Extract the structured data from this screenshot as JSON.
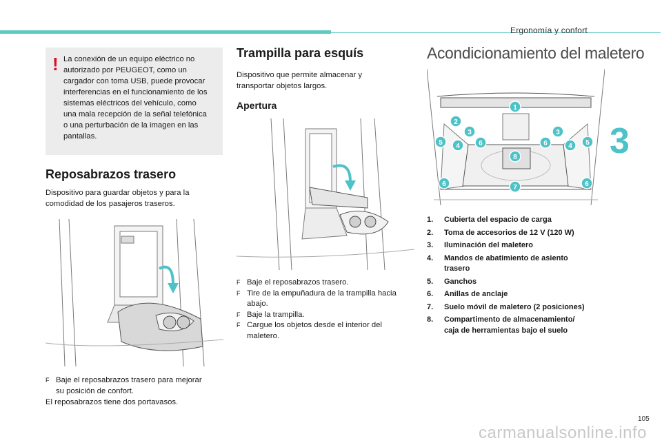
{
  "header": {
    "title": "Ergonomía y confort",
    "chapter": "3"
  },
  "warning": {
    "mark": "!",
    "lines": [
      "La conexión de un equipo eléctrico no",
      "autorizado por PEUGEOT, como un",
      "cargador con toma USB, puede provocar",
      "interferencias en el funcionamiento de los",
      "sistemas eléctricos del vehículo, como",
      "una mala recepción de la señal telefónica",
      "o una perturbación de la imagen en las",
      "pantallas."
    ]
  },
  "armrest": {
    "title": "Reposabrazos trasero",
    "intro": [
      "Dispositivo para guardar objetos y para la",
      "comodidad de los pasajeros traseros."
    ],
    "step_line1": "Baje el reposabrazos trasero para mejorar",
    "step_line2": "su posición de confort.",
    "note": "El reposabrazos tiene dos portavasos."
  },
  "ski_hatch": {
    "title": "Trampilla para esquís",
    "intro": [
      "Dispositivo que permite almacenar y",
      "transportar objetos largos."
    ],
    "subtitle": "Apertura",
    "steps": [
      {
        "arrow": "F",
        "lines": [
          "Baje el reposabrazos trasero."
        ]
      },
      {
        "arrow": "F",
        "lines": [
          "Tire de la empuñadura de la trampilla hacia",
          "abajo."
        ]
      },
      {
        "arrow": "F",
        "lines": [
          "Baje la trampilla."
        ]
      },
      {
        "arrow": "F",
        "lines": [
          "Cargue los objetos desde el interior del",
          "maletero."
        ]
      }
    ]
  },
  "trunk": {
    "title": "Acondicionamiento del maletero",
    "callouts": [
      "1",
      "2",
      "3",
      "3",
      "4",
      "4",
      "5",
      "5",
      "6",
      "6",
      "6",
      "6",
      "7",
      "8"
    ],
    "items": [
      {
        "n": "1.",
        "lines": [
          "Cubierta del espacio de carga"
        ]
      },
      {
        "n": "2.",
        "lines": [
          "Toma de accesorios de 12 V (120 W)"
        ]
      },
      {
        "n": "3.",
        "lines": [
          "Iluminación del maletero"
        ]
      },
      {
        "n": "4.",
        "lines": [
          "Mandos de abatimiento de asiento",
          "trasero"
        ]
      },
      {
        "n": "5.",
        "lines": [
          "Ganchos"
        ]
      },
      {
        "n": "6.",
        "lines": [
          "Anillas de anclaje"
        ]
      },
      {
        "n": "7.",
        "lines": [
          "Suelo móvil de maletero (2 posiciones)"
        ]
      },
      {
        "n": "8.",
        "lines": [
          "Compartimento de almacenamiento/",
          "caja de herramientas bajo el suelo"
        ]
      }
    ]
  },
  "footer": {
    "page": "105",
    "watermark": "carmanualsonline.info"
  },
  "colors": {
    "accent": "#5fc9c4",
    "callout": "#4ec2c6",
    "warning": "#d5102a"
  }
}
